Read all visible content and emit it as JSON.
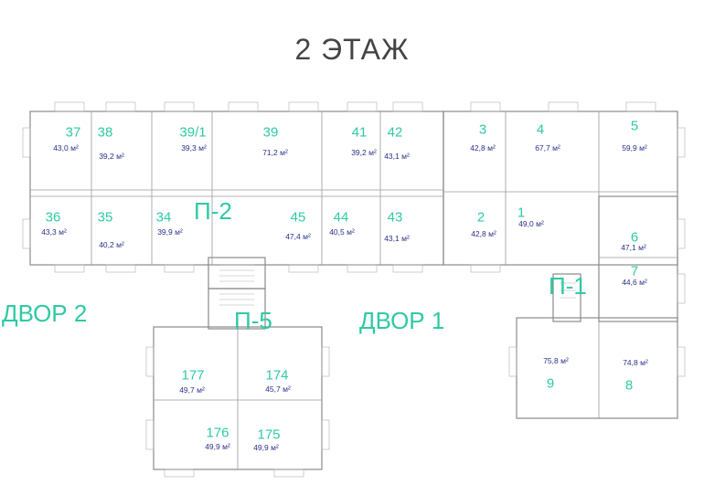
{
  "title": "2 ЭТАЖ",
  "courtyards": [
    {
      "id": "yard-2",
      "label": "ДВОР 2"
    },
    {
      "id": "yard-1",
      "label": "ДВОР 1"
    }
  ],
  "entrances": [
    {
      "id": "p2",
      "label": "П-2"
    },
    {
      "id": "p1",
      "label": "П-1"
    },
    {
      "id": "p5",
      "label": "П-5"
    }
  ],
  "apartments": [
    {
      "num": "37",
      "area": "43,0 м²"
    },
    {
      "num": "38",
      "area": "39,2 м²"
    },
    {
      "num": "39/1",
      "area": "39,3 м²"
    },
    {
      "num": "39",
      "area": "71,2 м²"
    },
    {
      "num": "41",
      "area": "39,2 м²"
    },
    {
      "num": "42",
      "area": "43,1 м²"
    },
    {
      "num": "36",
      "area": "43,3 м²"
    },
    {
      "num": "35",
      "area": "40,2 м²"
    },
    {
      "num": "34",
      "area": "39,9 м²"
    },
    {
      "num": "45",
      "area": "47,4 м²"
    },
    {
      "num": "44",
      "area": "40,5 м²"
    },
    {
      "num": "43",
      "area": "43,1 м²"
    },
    {
      "num": "3",
      "area": "42,8 м²"
    },
    {
      "num": "4",
      "area": "67,7 м²"
    },
    {
      "num": "5",
      "area": "59,9 м²"
    },
    {
      "num": "2",
      "area": "42,8 м²"
    },
    {
      "num": "1",
      "area": "49,0 м²"
    },
    {
      "num": "6",
      "area": "47,1 м²"
    },
    {
      "num": "7",
      "area": "44,6 м²"
    },
    {
      "num": "9",
      "area": "75,8 м²"
    },
    {
      "num": "8",
      "area": "74,8 м²"
    },
    {
      "num": "177",
      "area": "49,7 м²"
    },
    {
      "num": "174",
      "area": "45,7 м²"
    },
    {
      "num": "176",
      "area": "49,9 м²"
    },
    {
      "num": "175",
      "area": "49,9 м²"
    }
  ],
  "colors": {
    "accent": "#2fc9a5",
    "area_text": "#2a2f8a",
    "wall": "#8a8a8a",
    "title": "#444444"
  }
}
